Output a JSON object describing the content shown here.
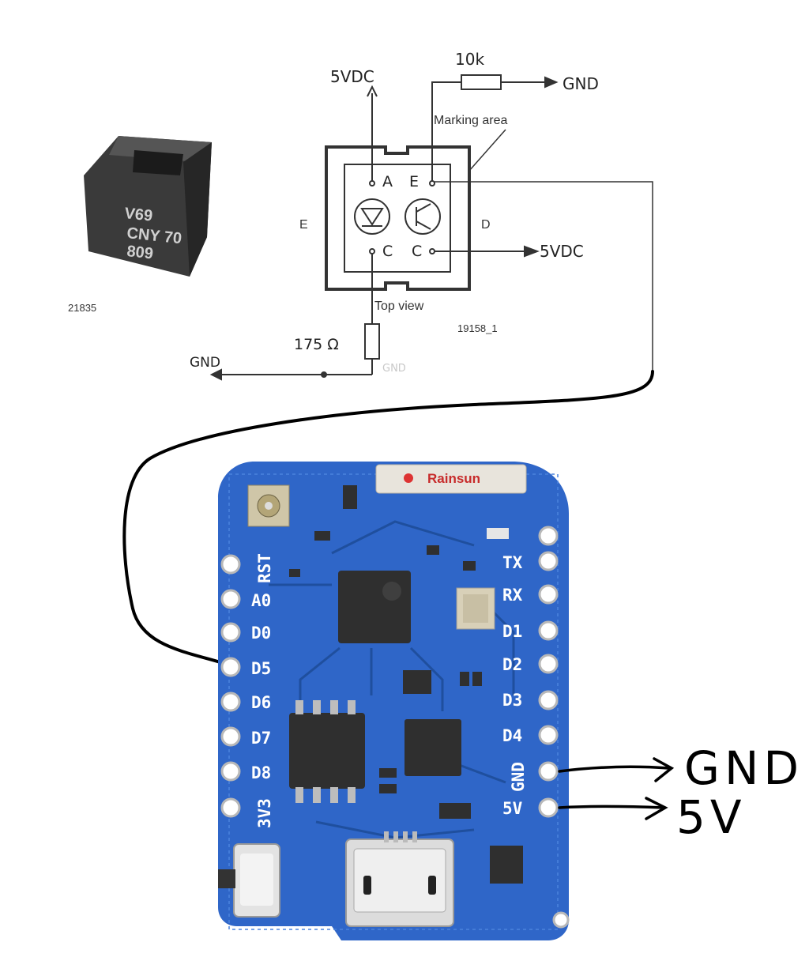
{
  "sensor_photo": {
    "lines": [
      "V69",
      "CNY 70",
      "809"
    ],
    "code": "21835"
  },
  "schematic": {
    "top_5v": "5VDC",
    "resistor_10k": "10k",
    "gnd_top": "GND",
    "marking_area": "Marking area",
    "pin_a": "A",
    "pin_e": "E",
    "pin_c1": "C",
    "pin_c2": "C",
    "side_e": "E",
    "side_d": "D",
    "right_5v": "5VDC",
    "top_view": "Top view",
    "part_code": "19158_1",
    "resistor_175": "175 Ω",
    "gnd_left": "GND",
    "gnd_faint": "GND"
  },
  "board": {
    "module_label": "Rainsun",
    "left_pins": [
      "RST",
      "A0",
      "D0",
      "D5",
      "D6",
      "D7",
      "D8",
      "3V3"
    ],
    "right_pins": [
      "TX",
      "RX",
      "D1",
      "D2",
      "D3",
      "D4",
      "GND",
      "5V"
    ]
  },
  "annotations": {
    "gnd": "GND",
    "five_v": "5V"
  },
  "colors": {
    "pcb": "#2f66c8",
    "pcb_dark": "#1f4f9e",
    "chip": "#2f2f2f",
    "silk": "#ffffff"
  }
}
